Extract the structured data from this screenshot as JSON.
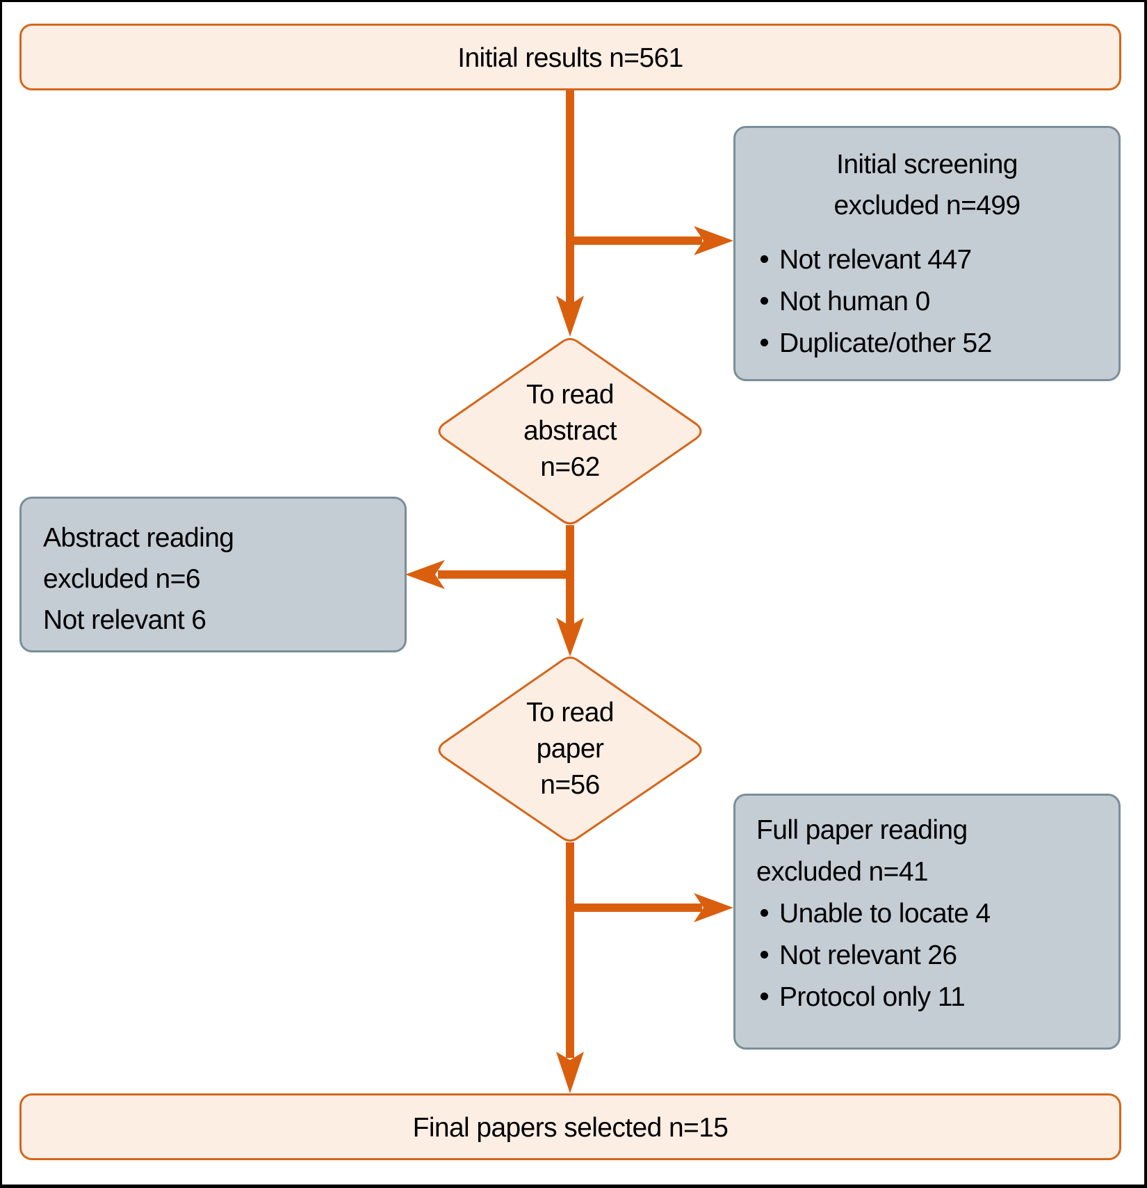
{
  "colors": {
    "arrow": "#D95F0E",
    "node_fill": "#FDEEE4",
    "node_stroke": "#D4661A",
    "exclusion_fill": "#C4CCD4",
    "exclusion_stroke": "#7A8E99",
    "text": "#000000"
  },
  "nodes": {
    "initial_results": {
      "label": "Initial results n=561"
    },
    "to_read_abstract": {
      "lines": [
        "To read",
        "abstract",
        "n=62"
      ]
    },
    "to_read_paper": {
      "lines": [
        "To read",
        "paper",
        "n=56"
      ]
    },
    "final_papers": {
      "label": "Final papers selected n=15"
    }
  },
  "exclusions": {
    "initial_screening": {
      "title_lines": [
        "Initial screening",
        "excluded n=499"
      ],
      "items": [
        "Not relevant 447",
        "Not human 0",
        "Duplicate/other 52"
      ]
    },
    "abstract_reading": {
      "title_lines": [
        "Abstract reading",
        "excluded n=6"
      ],
      "items": [
        "Not relevant 6"
      ]
    },
    "full_paper_reading": {
      "title_lines": [
        "Full paper reading",
        "excluded n=41"
      ],
      "items": [
        "Unable to locate 4",
        "Not relevant 26",
        "Protocol only 11"
      ]
    }
  },
  "flow": [
    {
      "from": "initial_results",
      "to": "to_read_abstract",
      "excluded_to": "initial_screening"
    },
    {
      "from": "to_read_abstract",
      "to": "to_read_paper",
      "excluded_to": "abstract_reading"
    },
    {
      "from": "to_read_paper",
      "to": "final_papers",
      "excluded_to": "full_paper_reading"
    }
  ]
}
